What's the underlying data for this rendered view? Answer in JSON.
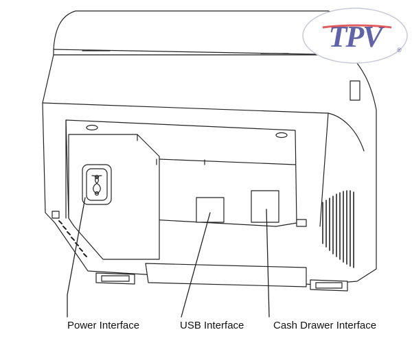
{
  "logo": {
    "text": "TPV",
    "mark": "®",
    "primary_color": "#2c2f8a",
    "accent_color": "#d9343a"
  },
  "callouts": {
    "power": "Power Interface",
    "usb": "USB Interface",
    "cash_drawer": "Cash Drawer Interface"
  },
  "colors": {
    "line": "#222222",
    "background": "#ffffff"
  }
}
